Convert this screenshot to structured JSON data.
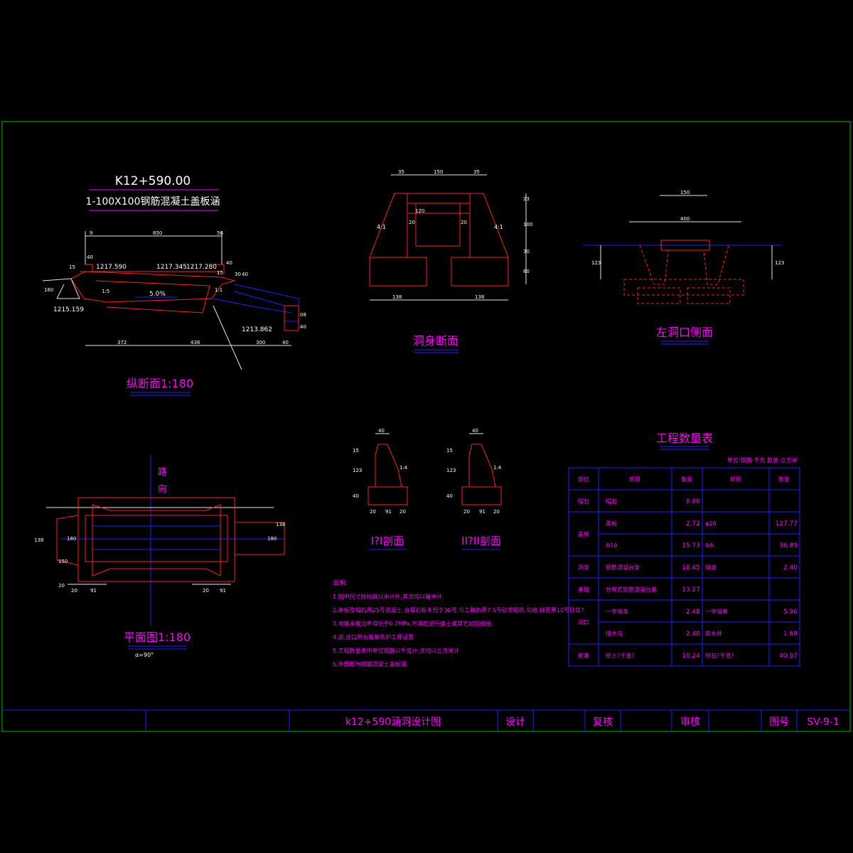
{
  "profile": {
    "stake": "K12+590.00",
    "culvert_type": "1-100X100钢筋混凝土盖板涵",
    "title": "纵断面1:180",
    "dims_top": [
      "9",
      "650",
      "56"
    ],
    "dims_small": [
      "40",
      "40",
      "15",
      "15",
      "30",
      "40"
    ],
    "elev_1": "1217.590",
    "elev_2": "1217.345",
    "elev_3": "1217.280",
    "elev_4": "1215.159",
    "elev_5": "1213.862",
    "slope": "5.0%",
    "ratio_left": "1:5",
    "ratio_right": "1:1",
    "dim_left_height": "160",
    "dims_bottom": [
      "372",
      "438",
      "300",
      "40"
    ],
    "dims_right": [
      "08",
      "40"
    ]
  },
  "section": {
    "title": "洞身断面",
    "dims_top": [
      "35",
      "150",
      "35"
    ],
    "dims_inner": [
      "120",
      "20",
      "20"
    ],
    "ratio_left": "4:1",
    "ratio_right": "4:1",
    "dims_right": [
      "23",
      "100",
      "30",
      "60"
    ],
    "dims_bottom": [
      "138",
      "138"
    ]
  },
  "side": {
    "title": "左洞口侧面",
    "dim_top": "150",
    "dim_mid": "400",
    "dim_left": "123",
    "dim_right": "123"
  },
  "wing1": {
    "title": "I?I剖面",
    "dim_top": "40",
    "dims_left": [
      "15",
      "123",
      "40"
    ],
    "ratio": "1:4",
    "dims_bottom": [
      "20",
      "91",
      "20"
    ]
  },
  "wing2": {
    "title": "II?II剖面",
    "dim_top": "40",
    "dims_left": [
      "15",
      "123",
      "40"
    ],
    "ratio": "1:4",
    "dims_bottom": [
      "20",
      "91",
      "20"
    ]
  },
  "plan": {
    "title": "平面图1:180",
    "angle": "α=90°",
    "road_label_1": "路",
    "road_label_2": "向",
    "dims_left": [
      "138",
      "180",
      "150",
      "20"
    ],
    "dims_bottom_left": [
      "20",
      "91"
    ],
    "dims_bottom_right": [
      "20",
      "91"
    ],
    "dims_right": [
      "138",
      "180"
    ]
  },
  "notes": {
    "heading": "说明:",
    "items": [
      "1.图中尺寸除标高以米计外,其余均以厘米计.",
      "2.基板及帽石用25号混凝土,台帽石标不低于30号,与工确协用7.5号砂浆砌筑,勾缝,抹面用10号砂浆?",
      "3.地基承载力不得低于0.2MPa,不满应进行换土或其它加固措施.",
      "4.进,出口附台路基防护工程设置",
      "5.工程数量表中单位钢筋以千克计,余均以立方米计",
      "6.本图断为钢筋混凝土盖板涵."
    ]
  },
  "quantities": {
    "title": "工程数量表",
    "unit_note": "单位:钢筋-千克   数量-立方米",
    "headers": [
      "部位",
      "项目",
      "数量",
      "项目",
      "数量"
    ],
    "rows": [
      {
        "part": "帽石",
        "item1": "帽石",
        "qty1": "0.80",
        "item2": "",
        "qty2": ""
      },
      {
        "part": "盖板",
        "item1": "盖板",
        "qty1": "2.72",
        "item2": "φ20",
        "qty2": "127.77"
      },
      {
        "part": "",
        "item1": "Φ10",
        "qty1": "15.73",
        "item2": "Φ6",
        "qty2": "36.89"
      },
      {
        "part": "洞身",
        "item1": "钢筋混凝台身",
        "qty1": "18.45",
        "item2": "铺底",
        "qty2": "2.40"
      },
      {
        "part": "基础",
        "item1": "分离式钢筋混凝台基",
        "qty1": "13.27",
        "item2": "",
        "qty2": ""
      },
      {
        "part": "洞口",
        "item1": "一字墙身",
        "qty1": "2.48",
        "item2": "一字墙基",
        "qty2": "5.96"
      },
      {
        "part": "",
        "item1": "排水沟",
        "qty1": "2.40",
        "item2": "跌水井",
        "qty2": "1.68"
      },
      {
        "part": "挖基",
        "item1": "挖土?千克?",
        "qty1": "10.24",
        "item2": "挖石?千克?",
        "qty2": "40.97"
      }
    ]
  },
  "titleblock": {
    "drawing_name": "k12+590涵洞设计图",
    "design": "设计",
    "review": "复核",
    "approve": "审核",
    "sheet_no_label": "图号",
    "sheet_no": "SV-9-1"
  }
}
